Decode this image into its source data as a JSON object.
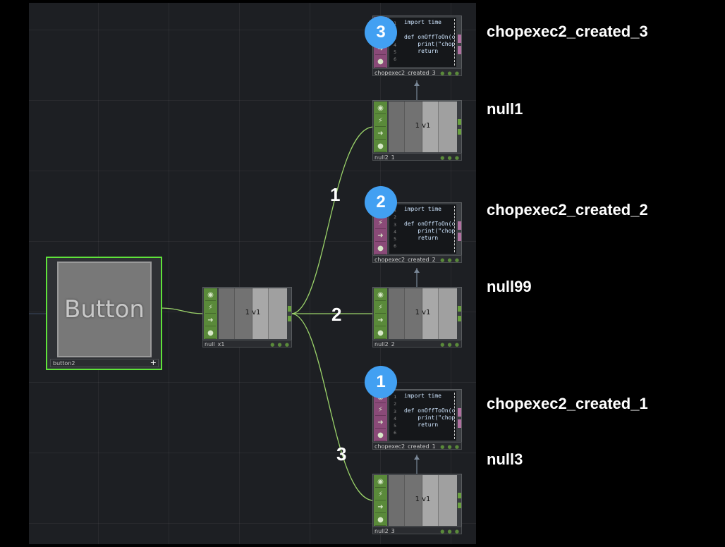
{
  "button_node": {
    "face_text": "Button",
    "name": "button2"
  },
  "null_x1": {
    "value": "1 v1",
    "name": "null_x1"
  },
  "nodes": {
    "null2_1": {
      "value": "1 v1",
      "name": "null2_1"
    },
    "null2_2": {
      "value": "1 v1",
      "name": "null2_2"
    },
    "null2_3": {
      "value": "1 v1",
      "name": "null2_3"
    },
    "chopexec_3": {
      "name": "chopexec2_created_3"
    },
    "chopexec_2": {
      "name": "chopexec2_created_2"
    },
    "chopexec_1": {
      "name": "chopexec2_created_1"
    }
  },
  "code_lines": [
    "import time",
    "",
    "def onOffToOn(c",
    "    print(\"chop",
    "    return",
    ""
  ],
  "line_numbers": [
    "1",
    "2",
    "3",
    "4",
    "5",
    "6"
  ],
  "badges": {
    "b3": "3",
    "b2": "2",
    "b1": "1"
  },
  "wire_numbers": {
    "w1": "1",
    "w2": "2",
    "w3": "3"
  },
  "side_labels": {
    "chopexec_3": "chopexec2_created_3",
    "null1": "null1",
    "chopexec_2": "chopexec2_created_2",
    "null99": "null99",
    "chopexec_1": "chopexec2_created_1",
    "null3": "null3"
  },
  "colors": {
    "accent_blue": "#42a0f2",
    "selected_green": "#5fe33a",
    "chop_green": "#5a8a3a",
    "dat_pink": "#8a4a78",
    "wire": "#9bd36a"
  }
}
